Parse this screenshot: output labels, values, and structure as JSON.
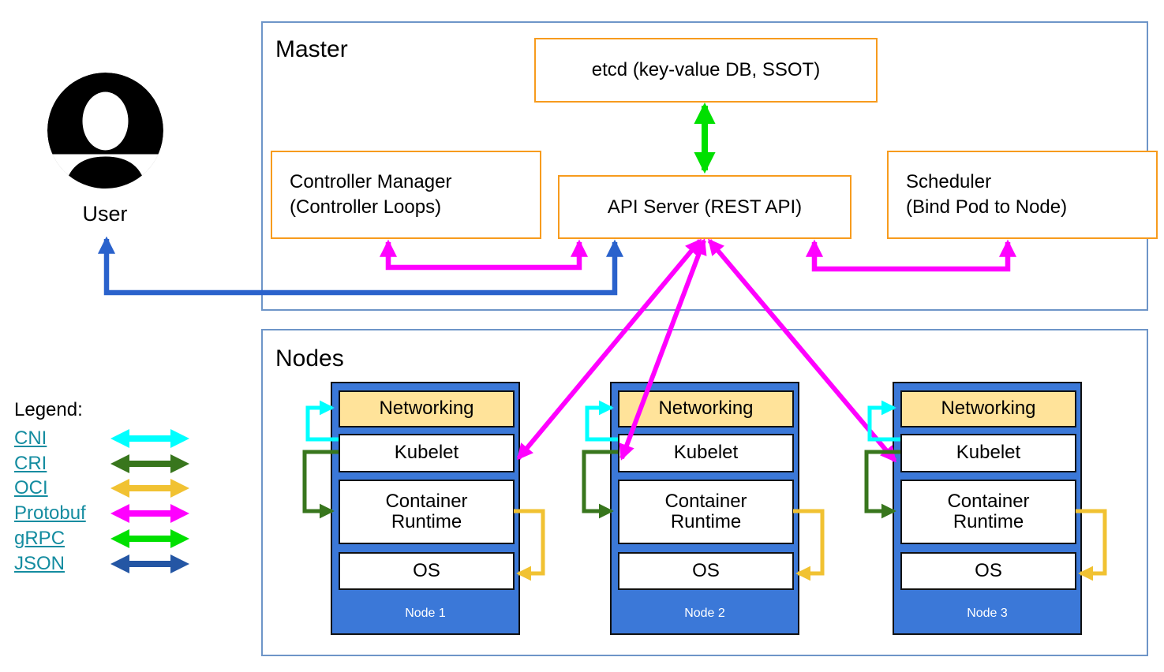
{
  "master": {
    "title": "Master",
    "etcd_label": "etcd (key-value DB, SSOT)",
    "controller_manager": {
      "line1": "Controller Manager",
      "line2": "(Controller Loops)"
    },
    "api_server_label": "API Server (REST API)",
    "scheduler": {
      "line1": "Scheduler",
      "line2": "(Bind Pod to Node)"
    }
  },
  "user": {
    "label": "User"
  },
  "nodes_section": {
    "title": "Nodes",
    "nodes": [
      {
        "name": "Node 1",
        "layers": [
          "Networking",
          "Kubelet",
          "Container Runtime",
          "OS"
        ]
      },
      {
        "name": "Node 2",
        "layers": [
          "Networking",
          "Kubelet",
          "Container Runtime",
          "OS"
        ]
      },
      {
        "name": "Node 3",
        "layers": [
          "Networking",
          "Kubelet",
          "Container Runtime",
          "OS"
        ]
      }
    ]
  },
  "legend": {
    "title": "Legend:",
    "items": [
      {
        "label": "CNI",
        "color": "#00ffff"
      },
      {
        "label": "CRI",
        "color": "#38761d"
      },
      {
        "label": "OCI",
        "color": "#f1c232"
      },
      {
        "label": "Protobuf",
        "color": "#ff00ff"
      },
      {
        "label": "gRPC",
        "color": "#00e000"
      },
      {
        "label": "JSON",
        "color": "#2456a4"
      }
    ]
  },
  "colors": {
    "cni": "#00ffff",
    "cri": "#38761d",
    "oci": "#f1c232",
    "protobuf": "#ff00ff",
    "grpc": "#00e000",
    "json_legend": "#2456a4",
    "json_user_arrow": "#2a62cc",
    "component_border": "#f79b1d",
    "section_border": "#6e95c8",
    "node_fill": "#3b78d8",
    "networking_fill": "#ffe39a",
    "legend_link": "#148ca0"
  }
}
